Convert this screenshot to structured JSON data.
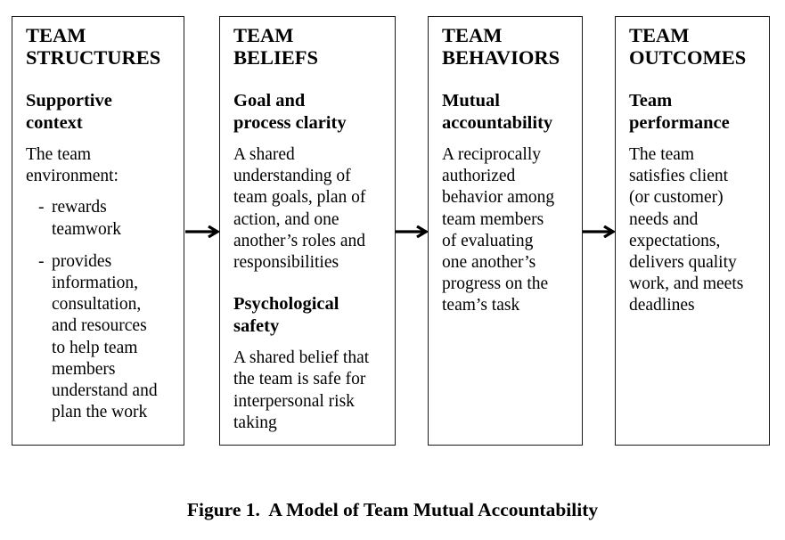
{
  "figure": {
    "caption": "Figure 1.  A Model of Team Mutual Accountability",
    "border_color": "#1a1a1a",
    "text_color": "#000000"
  },
  "boxes": [
    {
      "title": "TEAM\nSTRUCTURES",
      "sections": [
        {
          "heading": "Supportive\ncontext",
          "text": "The team\nenvironment:",
          "bullets": [
            {
              "dash": "-",
              "text": "rewards\nteamwork"
            },
            {
              "dash": "-",
              "text": "provides\ninformation,\nconsultation,\nand resources\nto help team\nmembers\nunderstand and\nplan the work"
            }
          ]
        }
      ]
    },
    {
      "title": "TEAM\nBELIEFS",
      "sections": [
        {
          "heading": "Goal and\nprocess clarity",
          "text": "A shared\nunderstanding of\nteam goals, plan of\naction, and one\nanother’s roles and\nresponsibilities"
        },
        {
          "heading": "Psychological\nsafety",
          "text": "A shared belief that\nthe team is safe for\ninterpersonal risk\ntaking"
        }
      ]
    },
    {
      "title": "TEAM\nBEHAVIORS",
      "sections": [
        {
          "heading": "Mutual\naccountability",
          "text": "A reciprocally\nauthorized\nbehavior among\nteam members\nof evaluating\none another’s\nprogress on the\nteam’s task"
        }
      ]
    },
    {
      "title": "TEAM\nOUTCOMES",
      "sections": [
        {
          "heading": "Team\nperformance",
          "text": "The team\nsatisfies client\n(or customer)\nneeds and\nexpectations,\ndelivers quality\nwork, and meets\ndeadlines"
        }
      ]
    }
  ],
  "arrows": [
    {
      "from": "TEAM STRUCTURES",
      "to": "TEAM BELIEFS",
      "icon": "right-arrow-icon"
    },
    {
      "from": "TEAM BELIEFS",
      "to": "TEAM BEHAVIORS",
      "icon": "right-arrow-icon"
    },
    {
      "from": "TEAM BEHAVIORS",
      "to": "TEAM OUTCOMES",
      "icon": "right-arrow-icon"
    }
  ]
}
